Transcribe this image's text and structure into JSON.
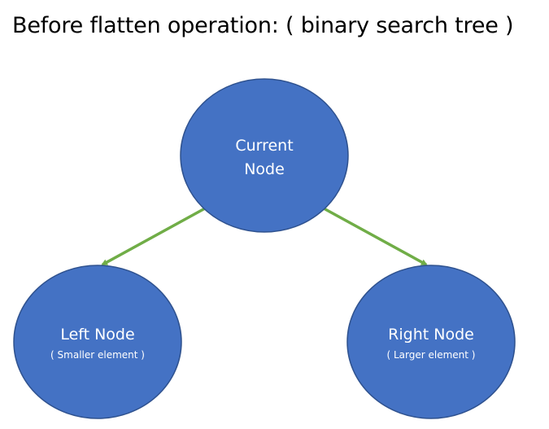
{
  "title": "Before flatten operation: ( binary search tree )",
  "colors": {
    "node_fill": "#4472C4",
    "node_stroke": "#2F528F",
    "edge": "#70AD47",
    "text": "#ffffff"
  },
  "nodes": {
    "current": {
      "line1": "Current",
      "line2": "Node"
    },
    "left": {
      "label": "Left Node",
      "sub": "( Smaller element )"
    },
    "right": {
      "label": "Right Node",
      "sub": "( Larger element )"
    }
  }
}
